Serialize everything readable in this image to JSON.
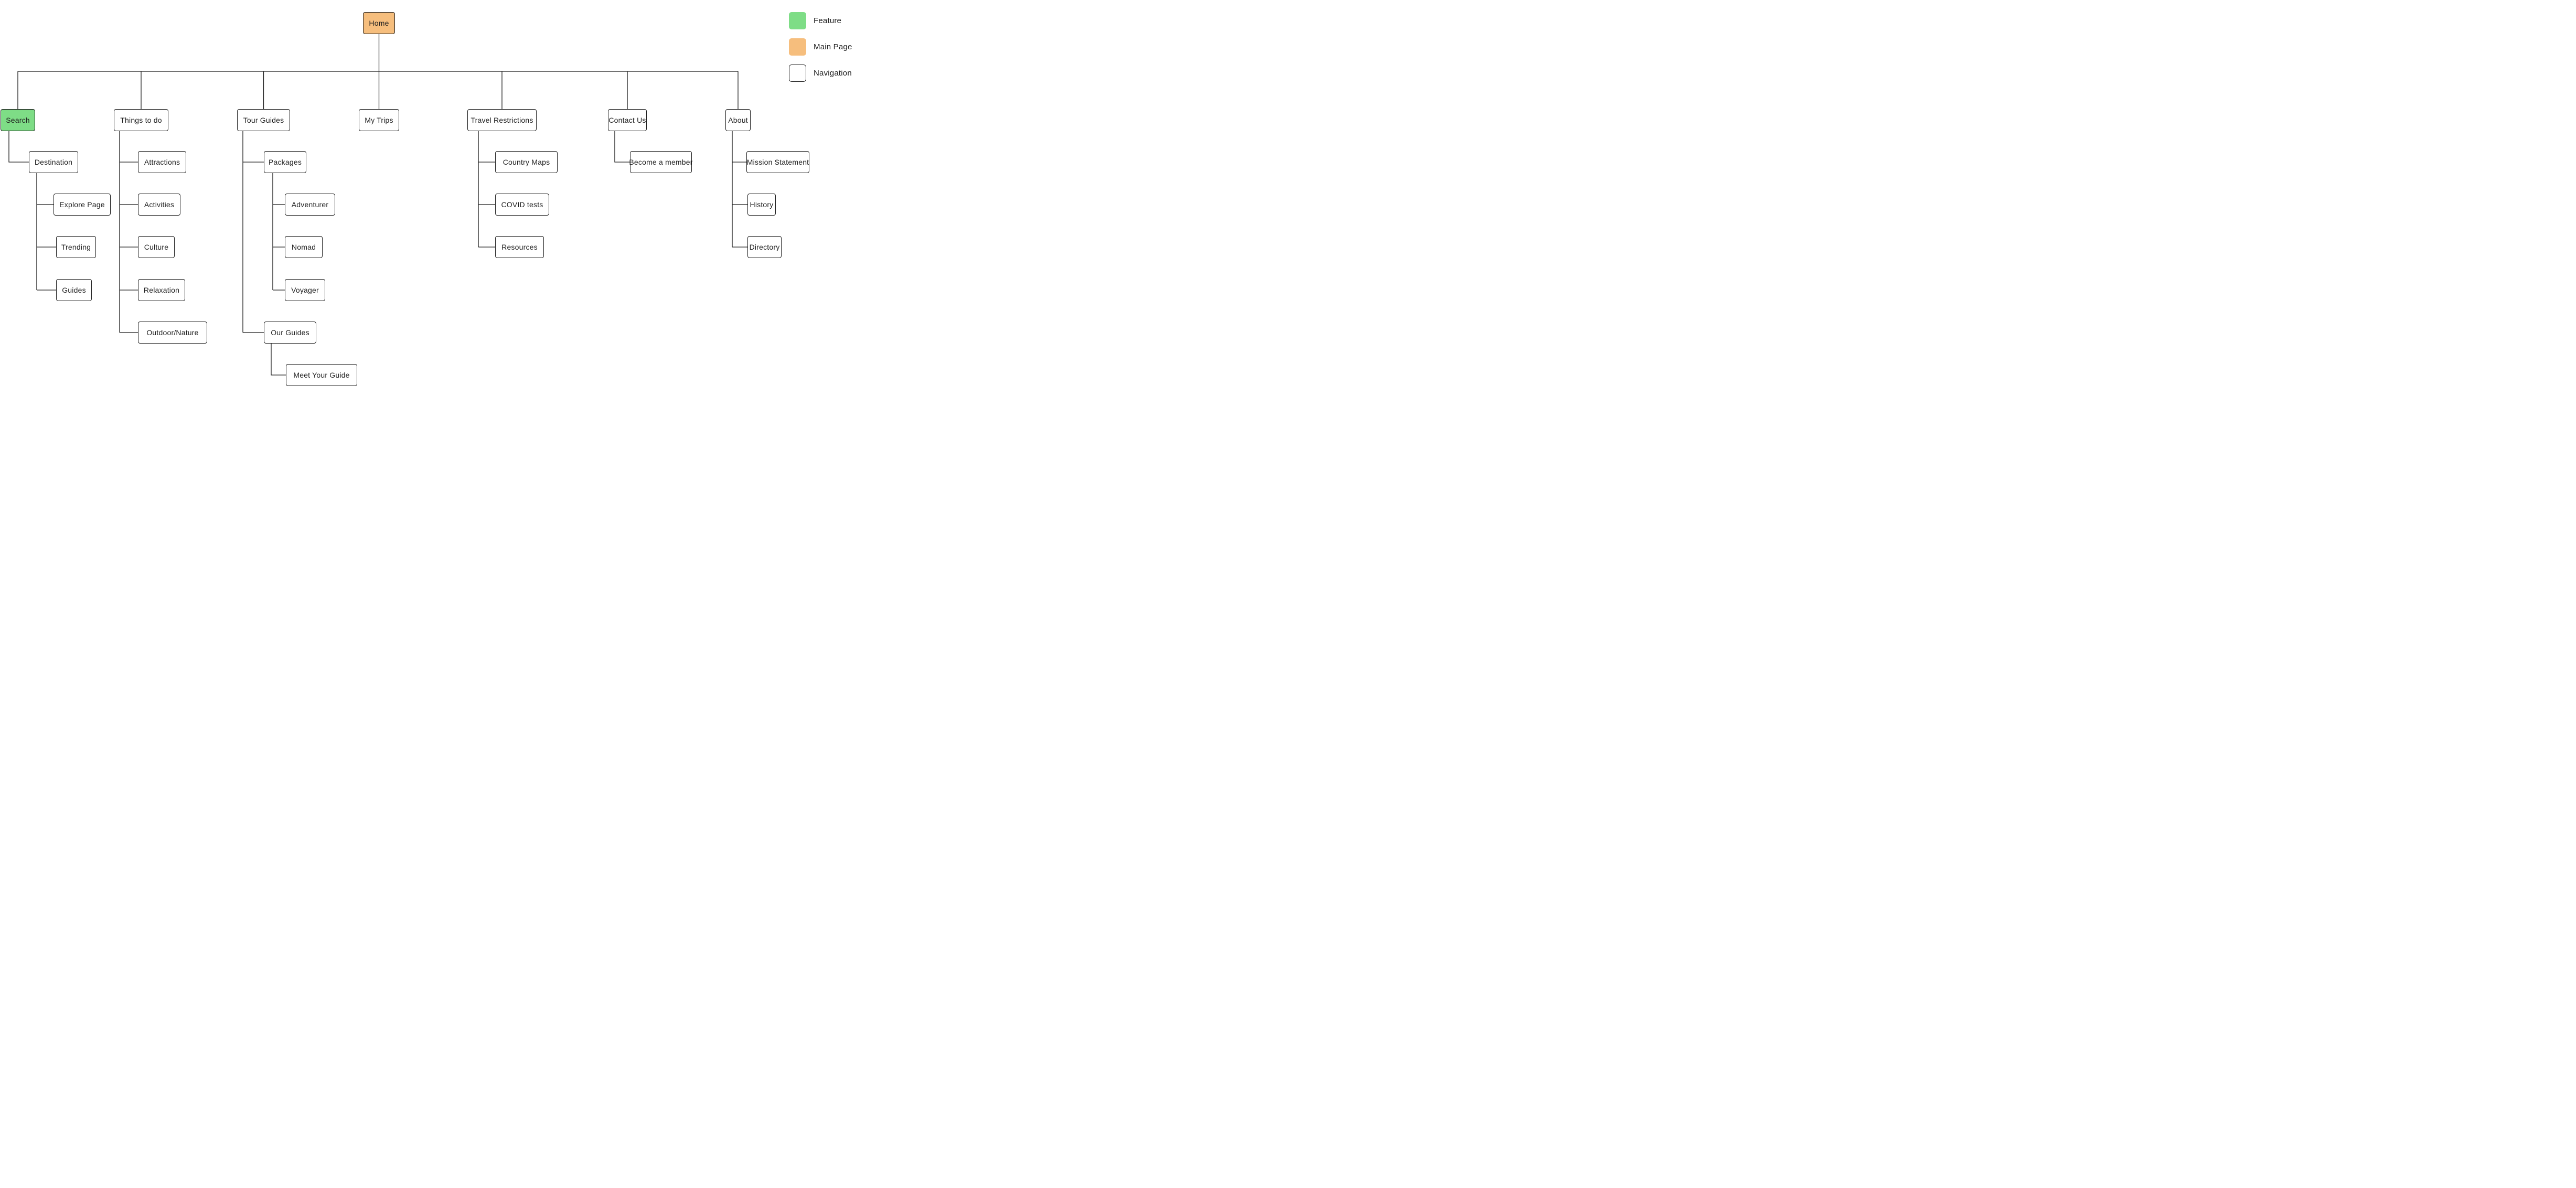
{
  "diagram": {
    "nodes": [
      {
        "id": "home",
        "label": "Home",
        "type": "main",
        "parent": null
      },
      {
        "id": "search",
        "label": "Search",
        "type": "feature",
        "parent": "home"
      },
      {
        "id": "things-to-do",
        "label": "Things to do",
        "type": "nav",
        "parent": "home"
      },
      {
        "id": "tour-guides",
        "label": "Tour Guides",
        "type": "nav",
        "parent": "home"
      },
      {
        "id": "my-trips",
        "label": "My Trips",
        "type": "nav",
        "parent": "home"
      },
      {
        "id": "travel-restrictions",
        "label": "Travel Restrictions",
        "type": "nav",
        "parent": "home"
      },
      {
        "id": "contact-us",
        "label": "Contact Us",
        "type": "nav",
        "parent": "home"
      },
      {
        "id": "about",
        "label": "About",
        "type": "nav",
        "parent": "home"
      },
      {
        "id": "destination",
        "label": "Destination",
        "type": "nav",
        "parent": "search"
      },
      {
        "id": "explore-page",
        "label": "Explore Page",
        "type": "nav",
        "parent": "destination"
      },
      {
        "id": "trending",
        "label": "Trending",
        "type": "nav",
        "parent": "destination"
      },
      {
        "id": "guides",
        "label": "Guides",
        "type": "nav",
        "parent": "destination"
      },
      {
        "id": "attractions",
        "label": "Attractions",
        "type": "nav",
        "parent": "things-to-do"
      },
      {
        "id": "activities",
        "label": "Activities",
        "type": "nav",
        "parent": "things-to-do"
      },
      {
        "id": "culture",
        "label": "Culture",
        "type": "nav",
        "parent": "things-to-do"
      },
      {
        "id": "relaxation",
        "label": "Relaxation",
        "type": "nav",
        "parent": "things-to-do"
      },
      {
        "id": "outdoor-nature",
        "label": "Outdoor/Nature",
        "type": "nav",
        "parent": "things-to-do"
      },
      {
        "id": "packages",
        "label": "Packages",
        "type": "nav",
        "parent": "tour-guides"
      },
      {
        "id": "adventurer",
        "label": "Adventurer",
        "type": "nav",
        "parent": "packages"
      },
      {
        "id": "nomad",
        "label": "Nomad",
        "type": "nav",
        "parent": "packages"
      },
      {
        "id": "voyager",
        "label": "Voyager",
        "type": "nav",
        "parent": "packages"
      },
      {
        "id": "our-guides",
        "label": "Our Guides",
        "type": "nav",
        "parent": "tour-guides"
      },
      {
        "id": "meet-your-guide",
        "label": "Meet Your Guide",
        "type": "nav",
        "parent": "our-guides"
      },
      {
        "id": "country-maps",
        "label": "Country Maps",
        "type": "nav",
        "parent": "travel-restrictions"
      },
      {
        "id": "covid-tests",
        "label": "COVID tests",
        "type": "nav",
        "parent": "travel-restrictions"
      },
      {
        "id": "resources",
        "label": "Resources",
        "type": "nav",
        "parent": "travel-restrictions"
      },
      {
        "id": "become-a-member",
        "label": "Become a member",
        "type": "nav",
        "parent": "contact-us"
      },
      {
        "id": "mission-statement",
        "label": "Mission Statement",
        "type": "nav",
        "parent": "about"
      },
      {
        "id": "history",
        "label": "History",
        "type": "nav",
        "parent": "about"
      },
      {
        "id": "directory",
        "label": "Directory",
        "type": "nav",
        "parent": "about"
      }
    ]
  },
  "legend": {
    "items": [
      {
        "id": "feature",
        "label": "Feature",
        "color": "#7EDD86",
        "bordered": false
      },
      {
        "id": "main-page",
        "label": "Main Page",
        "color": "#F6BE7D",
        "bordered": false
      },
      {
        "id": "navigation",
        "label": "Navigation",
        "color": "#FFFFFF",
        "bordered": true
      }
    ]
  },
  "colors": {
    "feature": "#7EDD86",
    "main_page": "#F6BE7D",
    "navigation": "#FFFFFF",
    "line": "#1E1E1E",
    "background": "#FFFFFF"
  }
}
